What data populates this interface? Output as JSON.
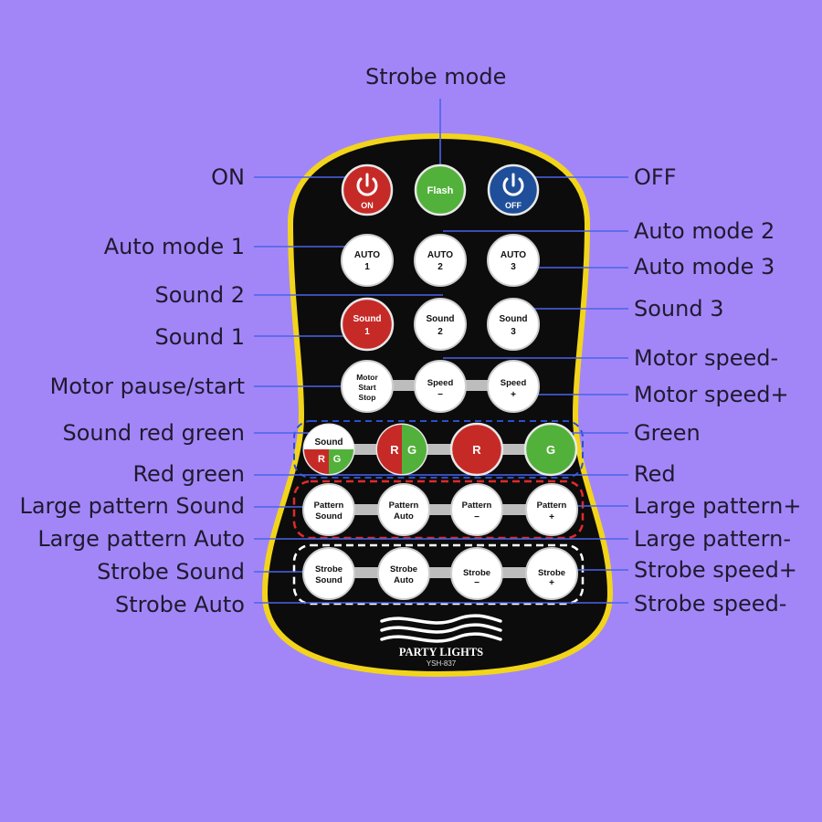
{
  "callouts": {
    "strobe_mode": "Strobe mode",
    "on": "ON",
    "off": "OFF",
    "auto_mode_1": "Auto mode 1",
    "auto_mode_2": "Auto mode 2",
    "auto_mode_3": "Auto mode 3",
    "sound_1": "Sound 1",
    "sound_2": "Sound 2",
    "sound_3": "Sound 3",
    "motor_pause_start": "Motor pause/start",
    "motor_speed_minus": "Motor speed-",
    "motor_speed_plus": "Motor speed+",
    "sound_red_green": "Sound red green",
    "red_green": "Red green",
    "green": "Green",
    "red": "Red",
    "large_pattern_sound": "Large pattern Sound",
    "large_pattern_auto": "Large pattern Auto",
    "large_pattern_plus": "Large pattern+",
    "large_pattern_minus": "Large pattern-",
    "strobe_sound": "Strobe Sound",
    "strobe_auto": "Strobe Auto",
    "strobe_speed_plus": "Strobe speed+",
    "strobe_speed_minus": "Strobe speed-"
  },
  "buttons": {
    "on": {
      "line1": "ON"
    },
    "flash": {
      "line1": "Flash"
    },
    "off": {
      "line1": "OFF"
    },
    "auto1": {
      "line1": "AUTO",
      "line2": "1"
    },
    "auto2": {
      "line1": "AUTO",
      "line2": "2"
    },
    "auto3": {
      "line1": "AUTO",
      "line2": "3"
    },
    "sound1": {
      "line1": "Sound",
      "line2": "1"
    },
    "sound2": {
      "line1": "Sound",
      "line2": "2"
    },
    "sound3": {
      "line1": "Sound",
      "line2": "3"
    },
    "motor": {
      "line1": "Motor",
      "line2": "Start",
      "line3": "Stop"
    },
    "speed_minus": {
      "line1": "Speed",
      "line2": "−"
    },
    "speed_plus": {
      "line1": "Speed",
      "line2": "+"
    },
    "sound_rg": {
      "line1": "Sound",
      "r": "R",
      "g": "G"
    },
    "rg": {
      "r": "R",
      "g": "G"
    },
    "r": {
      "line1": "R"
    },
    "g": {
      "line1": "G"
    },
    "pattern_sound": {
      "line1": "Pattern",
      "line2": "Sound"
    },
    "pattern_auto": {
      "line1": "Pattern",
      "line2": "Auto"
    },
    "pattern_minus": {
      "line1": "Pattern",
      "line2": "−"
    },
    "pattern_plus": {
      "line1": "Pattern",
      "line2": "+"
    },
    "strobe_sound": {
      "line1": "Strobe",
      "line2": "Sound"
    },
    "strobe_auto": {
      "line1": "Strobe",
      "line2": "Auto"
    },
    "strobe_minus": {
      "line1": "Strobe",
      "line2": "−"
    },
    "strobe_plus": {
      "line1": "Strobe",
      "line2": "+"
    }
  },
  "brand": {
    "name": "PARTY LIGHTS",
    "model": "YSH-837"
  },
  "colors": {
    "background": "#a286f8",
    "remote_body": "#0c0c0c",
    "remote_border": "#f2d51a",
    "red": "#c62a27",
    "green": "#52b13a",
    "blue": "#1f4f9a",
    "white": "#ffffff",
    "leader_line": "#4b63e8"
  }
}
